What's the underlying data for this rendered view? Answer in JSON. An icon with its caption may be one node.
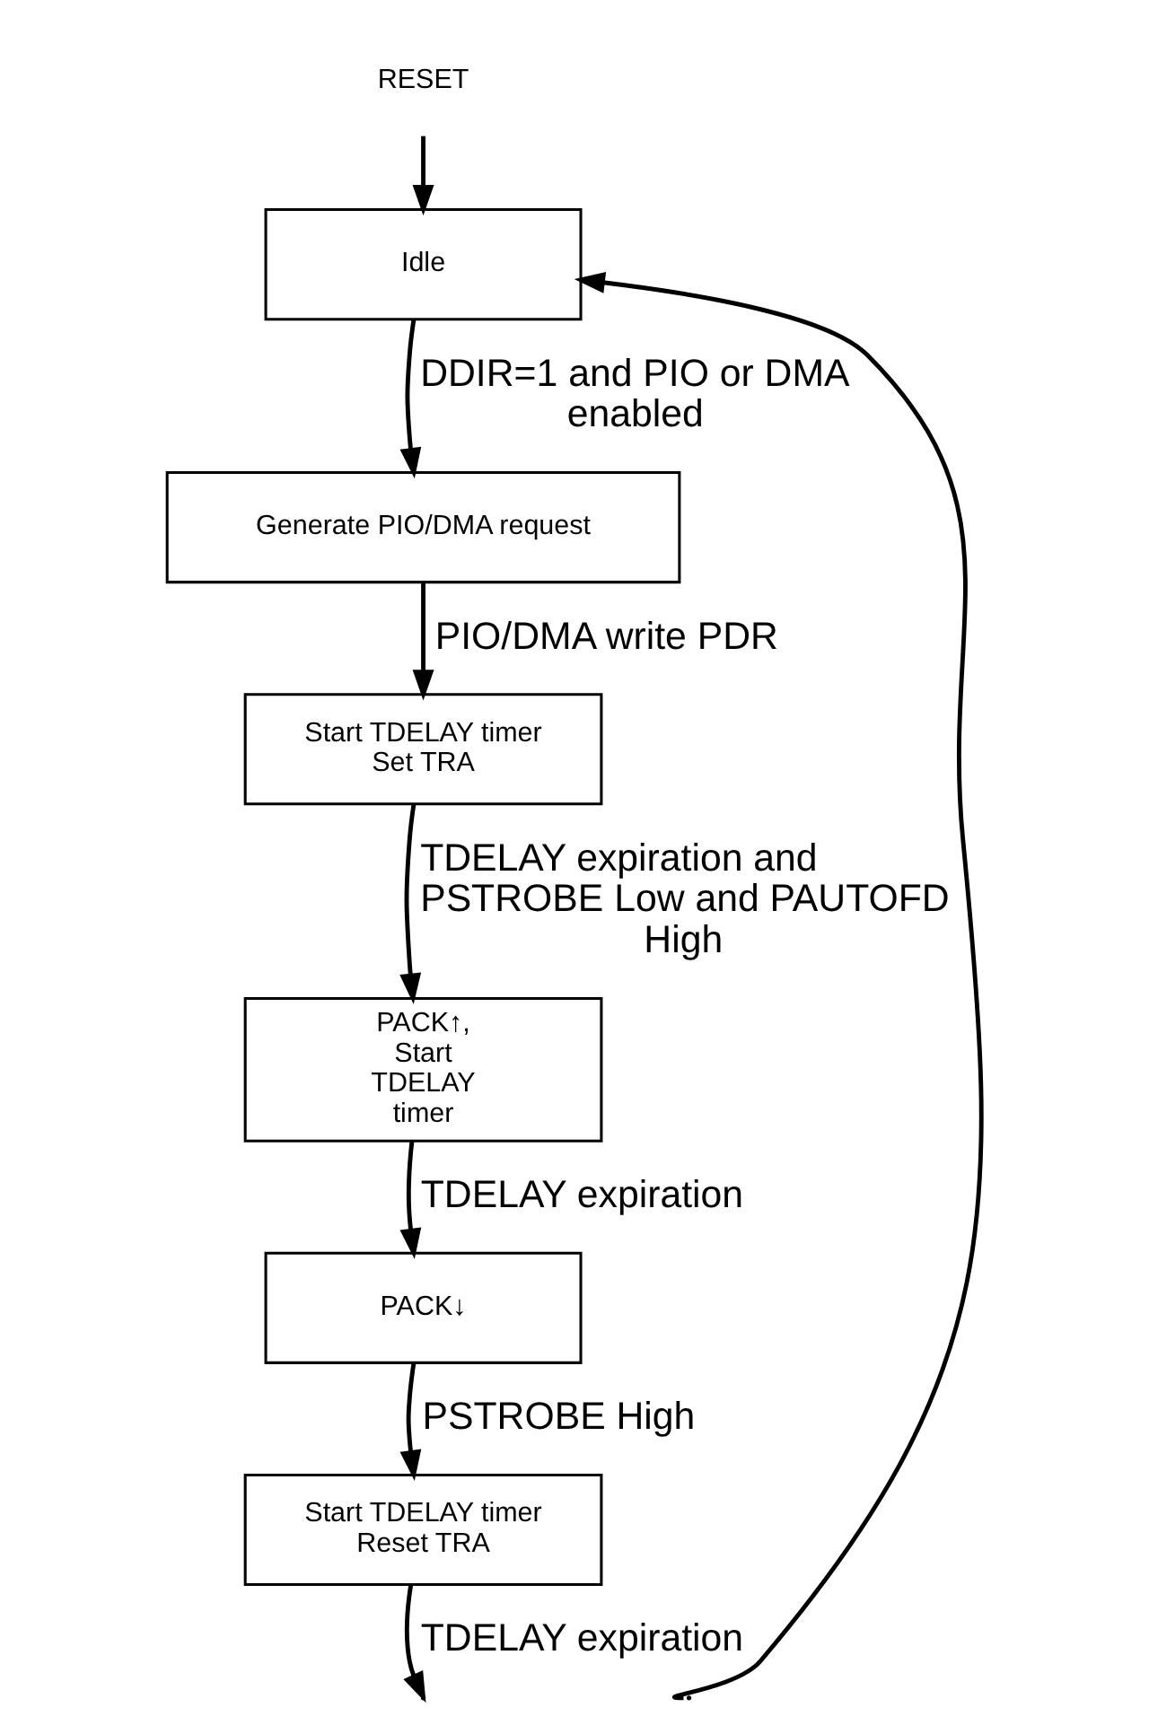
{
  "diagram": {
    "nodes": [
      {
        "text": [
          "RESET"
        ]
      },
      {
        "text": [
          "Idle"
        ]
      },
      {
        "text": [
          "Generate PIO/DMA request"
        ]
      },
      {
        "text": [
          "Start TDELAY timer Set TRA"
        ]
      },
      {
        "text": [
          "PACK↑, Start TDELAY timer"
        ]
      },
      {
        "text": [
          "PACK↓"
        ]
      },
      {
        "text": [
          "Start TDELAY timer Reset TRA"
        ]
      }
    ],
    "edges": [
      {
        "from": 0,
        "to": 1,
        "arrow": "to"
      },
      {
        "from": 1,
        "to": 2,
        "arrow": "to",
        "label": "DDIR=1 and PIO or DMA enabled"
      },
      {
        "from": 2,
        "to": 3,
        "arrow": "to",
        "label": "PIO/DMA write PDR"
      },
      {
        "from": 3,
        "to": 4,
        "arrow": "to",
        "label": "TDELAY expiration and PSTROBE Low and PAUTOFD High"
      },
      {
        "from": 4,
        "to": 5,
        "arrow": "to",
        "label": "TDELAY expiration"
      },
      {
        "from": 5,
        "to": 6,
        "arrow": "to",
        "label": "PSTROBE High"
      },
      {
        "from": 6,
        "to": null,
        "arrow": "to",
        "label": "TDELAY expiration"
      },
      {
        "from": null,
        "to": 1,
        "arrow": "to"
      }
    ]
  }
}
